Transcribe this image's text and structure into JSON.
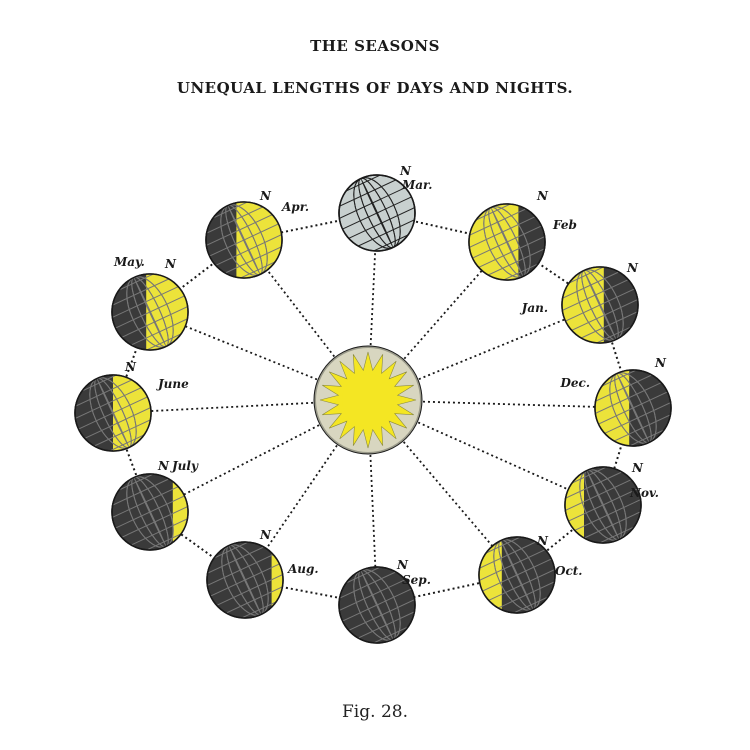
{
  "header": {
    "title": "THE SEASONS",
    "subtitle": "UNEQUAL LENGTHS OF DAYS AND NIGHTS."
  },
  "caption": "Fig. 28.",
  "north_marker": "N",
  "colors": {
    "lit": "#ece33a",
    "dark": "#3a3a3a",
    "equinox": "#c8d0cf",
    "sun": "#f4e623",
    "ink": "#1a1a1a"
  },
  "globes": [
    {
      "month": "Mar.",
      "lit_side": "none",
      "lit_fraction": 1.0,
      "equinox": true
    },
    {
      "month": "Feb",
      "lit_side": "left",
      "lit_fraction": 0.65
    },
    {
      "month": "Jan.",
      "lit_side": "left",
      "lit_fraction": 0.55
    },
    {
      "month": "Dec.",
      "lit_side": "left",
      "lit_fraction": 0.45
    },
    {
      "month": "Nov.",
      "lit_side": "left",
      "lit_fraction": 0.25
    },
    {
      "month": "Oct.",
      "lit_side": "left",
      "lit_fraction": 0.3
    },
    {
      "month": "Sep.",
      "lit_side": "none",
      "lit_fraction": 0
    },
    {
      "month": "Aug.",
      "lit_side": "right",
      "lit_fraction": 0.15
    },
    {
      "month": "July",
      "lit_side": "right",
      "lit_fraction": 0.2
    },
    {
      "month": "June",
      "lit_side": "right",
      "lit_fraction": 0.5
    },
    {
      "month": "May.",
      "lit_side": "right",
      "lit_fraction": 0.55
    },
    {
      "month": "Apr.",
      "lit_side": "right",
      "lit_fraction": 0.6
    }
  ]
}
